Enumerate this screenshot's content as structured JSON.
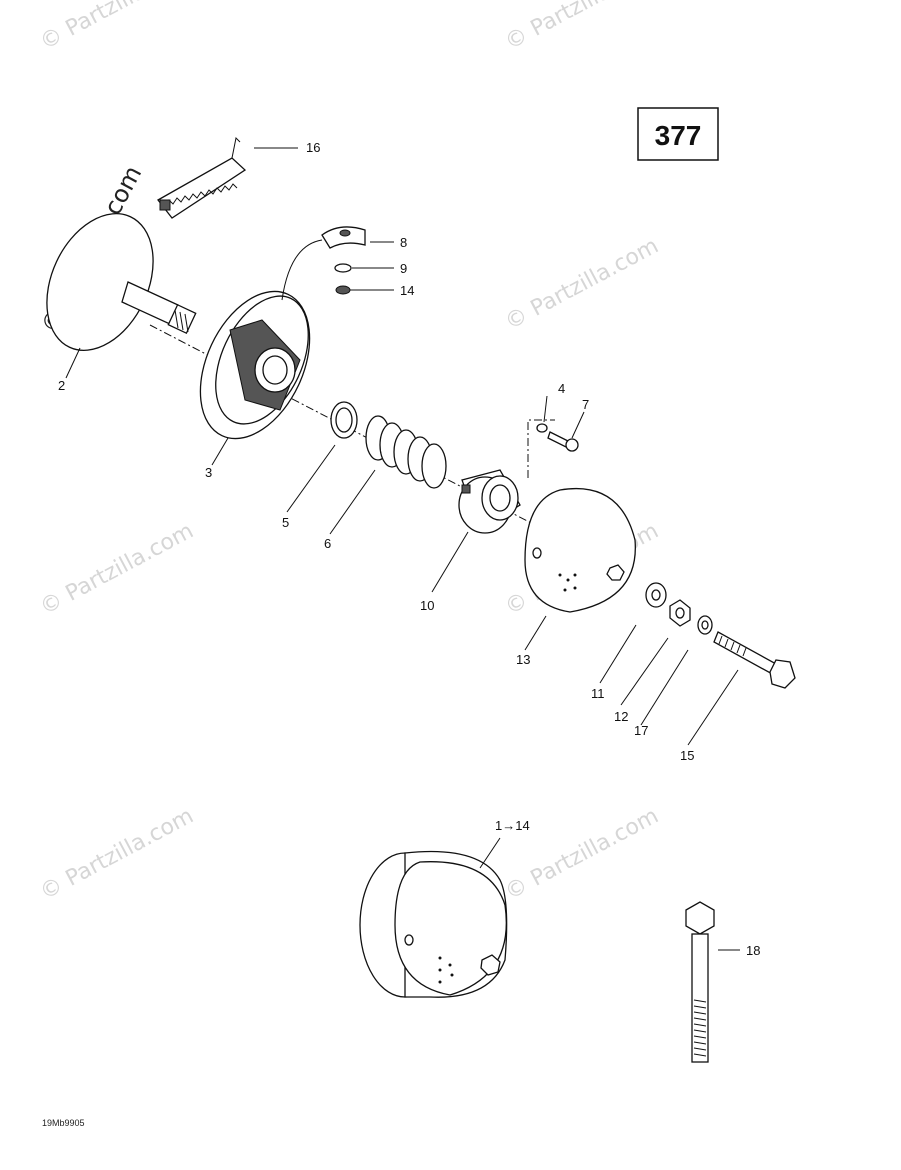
{
  "diagram_id": "377",
  "reference_code": "19Mb9905",
  "watermark": "© Partzilla.com",
  "callouts": {
    "c16": "16",
    "c8": "8",
    "c9": "9",
    "c14": "14",
    "c2": "2",
    "c3": "3",
    "c4": "4",
    "c7": "7",
    "c5": "5",
    "c6": "6",
    "c10": "10",
    "c13": "13",
    "c11": "11",
    "c12": "12",
    "c17": "17",
    "c15": "15",
    "c1to14": "1→14",
    "c18": "18"
  }
}
